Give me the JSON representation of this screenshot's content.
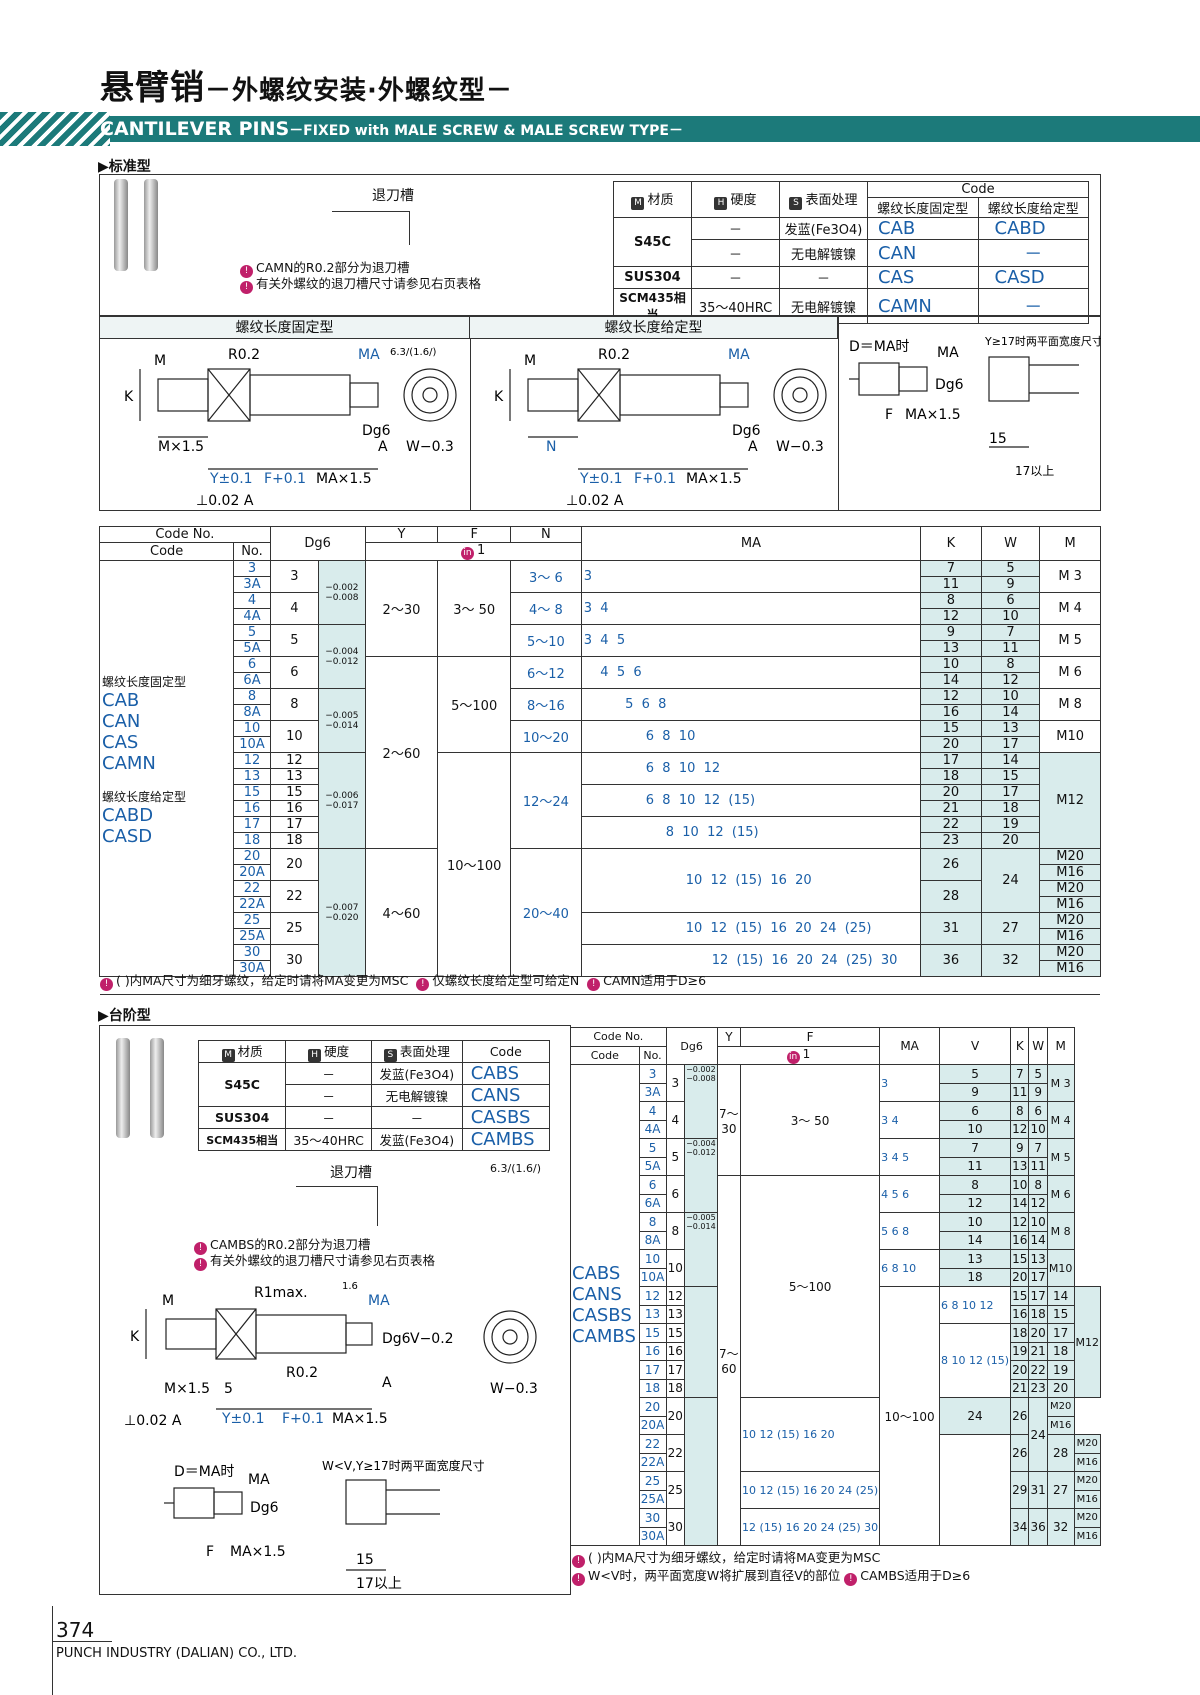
{
  "header": {
    "title_cn": "悬臂销",
    "title_cn_sub": "－外螺纹安装·外螺纹型－",
    "title_en": "CANTILEVER PINS",
    "title_en_sub": "－FIXED with MALE SCREW & MALE SCREW TYPE－"
  },
  "section1": {
    "heading": "▶标准型",
    "groove_label": "退刀槽",
    "notes": [
      "CAMN的R0.2部分为退刀槽",
      "有关外螺纹的退刀槽尺寸请参见右页表格"
    ],
    "spec_table": {
      "headers": [
        "材质",
        "硬度",
        "表面处理",
        "Code"
      ],
      "badges": [
        "M",
        "H",
        "S"
      ],
      "code_sub": [
        "螺纹长度固定型",
        "螺纹长度给定型"
      ],
      "rows": [
        [
          "S45C",
          "－",
          "发蓝(Fe3O4)",
          "CAB",
          "CABD"
        ],
        [
          "",
          "－",
          "无电解镀镍",
          "CAN",
          "－"
        ],
        [
          "SUS304",
          "－",
          "－",
          "CAS",
          "CASD"
        ],
        [
          "SCM435相当",
          "35～40HRC",
          "无电解镀镍",
          "CAMN",
          "－"
        ]
      ]
    },
    "drawing_titles": [
      "螺纹长度固定型",
      "螺纹长度给定型"
    ],
    "dims_fixed": [
      "M",
      "R0.2",
      "MA",
      "K",
      "Dg6",
      "M×1.5",
      "A",
      "W−0.3",
      "Y±0.1",
      "F+0.1",
      "MA×1.5",
      "⊥0.02 A",
      "6.3/(1.6/)"
    ],
    "dims_given": [
      "M",
      "R0.2",
      "MA",
      "K",
      "Dg6",
      "N",
      "A",
      "W−0.3",
      "Y±0.1",
      "F+0.1",
      "MA×1.5",
      "⊥0.02 A"
    ],
    "side_dims": [
      "D＝MA时",
      "MA",
      "Dg6",
      "F",
      "MA×1.5",
      "Y≥17时两平面宽度尺寸",
      "15",
      "17以上"
    ]
  },
  "table1": {
    "headers": [
      "Code No.",
      "Code",
      "No.",
      "Dg6",
      "Y",
      "F",
      "N",
      "MA",
      "K",
      "W",
      "M"
    ],
    "in1": "1",
    "left_labels": [
      "螺纹长度固定型",
      "CAB",
      "CAN",
      "CAS",
      "CAMN",
      "螺纹长度给定型",
      "CABD",
      "CASD"
    ],
    "rows": [
      {
        "no": [
          "3",
          "3A"
        ],
        "d": "3",
        "tol": "−0.002\n−0.008",
        "n": "3～ 6",
        "ma": "3",
        "k": [
          "7",
          "11"
        ],
        "w": [
          "5",
          "9"
        ],
        "m": "M 3"
      },
      {
        "no": [
          "4",
          "4A"
        ],
        "d": "4",
        "tol": "",
        "n": "4～ 8",
        "ma": "3  4",
        "k": [
          "8",
          "12"
        ],
        "w": [
          "6",
          "10"
        ],
        "m": "M 4"
      },
      {
        "no": [
          "5",
          "5A"
        ],
        "d": "5",
        "tol": "−0.004\n−0.012",
        "n": "5～10",
        "ma": "3  4  5",
        "k": [
          "9",
          "13"
        ],
        "w": [
          "7",
          "11"
        ],
        "m": "M 5"
      },
      {
        "no": [
          "6",
          "6A"
        ],
        "d": "6",
        "tol": "",
        "n": "6～12",
        "ma": "    4  5  6",
        "k": [
          "10",
          "14"
        ],
        "w": [
          "8",
          "12"
        ],
        "m": "M 6"
      },
      {
        "no": [
          "8",
          "8A"
        ],
        "d": "8",
        "tol": "−0.005\n−0.014",
        "n": "8～16",
        "ma": "          5  6  8",
        "k": [
          "12",
          "16"
        ],
        "w": [
          "10",
          "14"
        ],
        "m": "M 8"
      },
      {
        "no": [
          "10",
          "10A"
        ],
        "d": "10",
        "tol": "",
        "n": "10～20",
        "ma": "               6  8  10",
        "k": [
          "15",
          "20"
        ],
        "w": [
          "13",
          "17"
        ],
        "m": "M10"
      }
    ],
    "rows12": {
      "no": [
        "12",
        "13",
        "15",
        "16",
        "17",
        "18"
      ],
      "d": [
        "12",
        "13",
        "15",
        "16",
        "17",
        "18"
      ],
      "tol": "−0.006\n−0.017",
      "n": "12～24",
      "ma": [
        "6  8  10  12",
        "6  8  10  12  (15)",
        "8  10  12  (15)"
      ],
      "k": [
        "17",
        "18",
        "20",
        "21",
        "22",
        "23"
      ],
      "w": [
        "14",
        "15",
        "17",
        "18",
        "19",
        "20"
      ],
      "m": "M12"
    },
    "rows20": [
      {
        "no": [
          "20",
          "20A"
        ],
        "d": "20",
        "ma": "10  12  (15)  16  20",
        "k": "26",
        "m": [
          "M20",
          "M16"
        ]
      },
      {
        "no": [
          "22",
          "22A"
        ],
        "d": "22",
        "ma": "",
        "k": "28",
        "m": [
          "M20",
          "M16"
        ]
      },
      {
        "no": [
          "25",
          "25A"
        ],
        "d": "25",
        "ma": "10  12  (15)  16  20  24  (25)",
        "k": "31",
        "w": "27",
        "m": [
          "M20",
          "M16"
        ]
      },
      {
        "no": [
          "30",
          "30A"
        ],
        "d": "30",
        "ma": "12  (15)  16  20  24  (25)  30",
        "k": "36",
        "w": "32",
        "m": [
          "M20",
          "M16"
        ]
      }
    ],
    "w20": "24",
    "tol20": "−0.007\n−0.020",
    "n20": "20～40",
    "y": [
      "2～30",
      "2～60",
      "4～60"
    ],
    "f": [
      "3～ 50",
      "5～100",
      "10～100"
    ],
    "notes": [
      "( )内MA尺寸为细牙螺纹，给定时请将MA变更为MSC",
      "仅螺纹长度给定型可给定N",
      "CAMN适用于D≥6"
    ]
  },
  "section2": {
    "heading": "▶台阶型",
    "spec_table": {
      "headers": [
        "材质",
        "硬度",
        "表面处理",
        "Code"
      ],
      "rows": [
        [
          "S45C",
          "－",
          "发蓝(Fe3O4)",
          "CABS"
        ],
        [
          "",
          "－",
          "无电解镀镍",
          "CANS"
        ],
        [
          "SUS304",
          "－",
          "－",
          "CASBS"
        ],
        [
          "SCM435相当",
          "35～40HRC",
          "发蓝(Fe3O4)",
          "CAMBS"
        ]
      ]
    },
    "groove_label": "退刀槽",
    "roughness": "6.3/(1.6/)",
    "notes": [
      "CAMBS的R0.2部分为退刀槽",
      "有关外螺纹的退刀槽尺寸请参见右页表格"
    ],
    "dims": [
      "M",
      "R1max.",
      "MA",
      "K",
      "Dg6",
      "V−0.2",
      "R0.2",
      "M×1.5",
      "5",
      "A",
      "W−0.3",
      "⊥0.02 A",
      "Y±0.1",
      "F+0.1",
      "MA×1.5",
      "1.6"
    ],
    "side_dims": [
      "D＝MA时",
      "MA",
      "Dg6",
      "F",
      "MA×1.5",
      "W<V,Y≥17时两平面宽度尺寸",
      "15",
      "17以上"
    ]
  },
  "table2": {
    "headers": [
      "Code No.",
      "Code",
      "No.",
      "Dg6",
      "Y",
      "F",
      "MA",
      "V",
      "K",
      "W",
      "M"
    ],
    "codes": [
      "CABS",
      "CANS",
      "CASBS",
      "CAMBS"
    ],
    "rows": [
      [
        "3",
        "3",
        "−0.002 −0.008",
        "3",
        "5",
        "7",
        "5",
        "M 3"
      ],
      [
        "3A",
        "",
        "",
        "",
        "9",
        "11",
        "9",
        ""
      ],
      [
        "4",
        "4",
        "",
        "3 4",
        "6",
        "8",
        "6",
        "M 4"
      ],
      [
        "4A",
        "",
        "",
        "",
        "10",
        "12",
        "10",
        ""
      ],
      [
        "5",
        "5",
        "−0.004 −0.012",
        "3 4 5",
        "7",
        "9",
        "7",
        "M 5"
      ],
      [
        "5A",
        "",
        "",
        "",
        "11",
        "13",
        "11",
        ""
      ],
      [
        "6",
        "6",
        "",
        "4 5 6",
        "8",
        "10",
        "8",
        "M 6"
      ],
      [
        "6A",
        "",
        "",
        "",
        "12",
        "14",
        "12",
        ""
      ],
      [
        "8",
        "8",
        "−0.005 −0.014",
        "5 6 8",
        "10",
        "12",
        "10",
        "M 8"
      ],
      [
        "8A",
        "",
        "",
        "",
        "14",
        "16",
        "14",
        ""
      ],
      [
        "10",
        "10",
        "",
        "6 8 10",
        "13",
        "15",
        "13",
        "M10"
      ],
      [
        "10A",
        "",
        "",
        "",
        "18",
        "20",
        "17",
        ""
      ],
      [
        "12",
        "12",
        "",
        "6 8 10 12",
        "15",
        "17",
        "14",
        "M12"
      ],
      [
        "13",
        "13",
        "",
        "",
        "16",
        "18",
        "15",
        ""
      ],
      [
        "15",
        "15",
        "−0.006 −0.017",
        "8 10 12 (15)",
        "18",
        "20",
        "17",
        ""
      ],
      [
        "16",
        "16",
        "",
        "",
        "19",
        "21",
        "18",
        ""
      ],
      [
        "17",
        "17",
        "",
        "",
        "20",
        "22",
        "19",
        ""
      ],
      [
        "18",
        "18",
        "",
        "",
        "21",
        "23",
        "20",
        ""
      ],
      [
        "20",
        "20",
        "",
        "10 12 (15) 16 20",
        "24",
        "26",
        "24",
        "M20"
      ],
      [
        "20A",
        "",
        "",
        "",
        "",
        "",
        "",
        "M16"
      ],
      [
        "22",
        "22",
        "−0.007 −0.020",
        "",
        "26",
        "28",
        "",
        "M20"
      ],
      [
        "22A",
        "",
        "",
        "",
        "",
        "",
        "",
        "M16"
      ],
      [
        "25",
        "25",
        "",
        "10 12 (15) 16 20 24 (25)",
        "29",
        "31",
        "27",
        "M20"
      ],
      [
        "25A",
        "",
        "",
        "",
        "",
        "",
        "",
        "M16"
      ],
      [
        "30",
        "30",
        "",
        "12 (15) 16 20 24 (25) 30",
        "34",
        "36",
        "32",
        "M20"
      ],
      [
        "30A",
        "",
        "",
        "",
        "",
        "",
        "",
        "M16"
      ]
    ],
    "y": [
      "7～30",
      "7～60"
    ],
    "f": [
      "3～ 50",
      "5～100",
      "10～100"
    ],
    "notes": [
      "( )内MA尺寸为细牙螺纹，给定时请将MA变更为MSC",
      "W<V时，两平面宽度W将扩展到直径V的部位",
      "CAMBS适用于D≥6"
    ]
  },
  "footer": {
    "page": "374",
    "company": "PUNCH INDUSTRY (DALIAN) CO., LTD."
  }
}
